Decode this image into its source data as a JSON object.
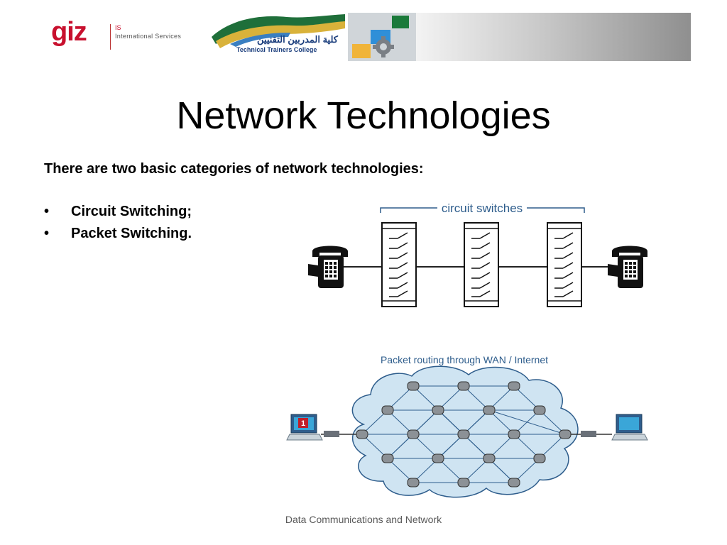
{
  "header": {
    "giz_word": "giz",
    "giz_is": "IS",
    "giz_subtitle": "International Services",
    "college_arabic": "كلية المدربين التقنيين",
    "college_english": "Technical Trainers College"
  },
  "slide": {
    "title": "Network Technologies",
    "intro": "There are two basic categories of network technologies:",
    "bullets": [
      {
        "marker": "•",
        "text": "Circuit Switching;"
      },
      {
        "marker": "•",
        "text": "Packet Switching."
      }
    ]
  },
  "circuit_diagram": {
    "label": "circuit switches"
  },
  "packet_diagram": {
    "label": "Packet routing through WAN / Internet",
    "sender_badge": "1"
  },
  "footer": {
    "text": "Data Communications and Network"
  },
  "colors": {
    "giz_red": "#c8102e",
    "diagram_blue": "#2e5d8c",
    "cloud_fill": "#cfe4f2"
  }
}
